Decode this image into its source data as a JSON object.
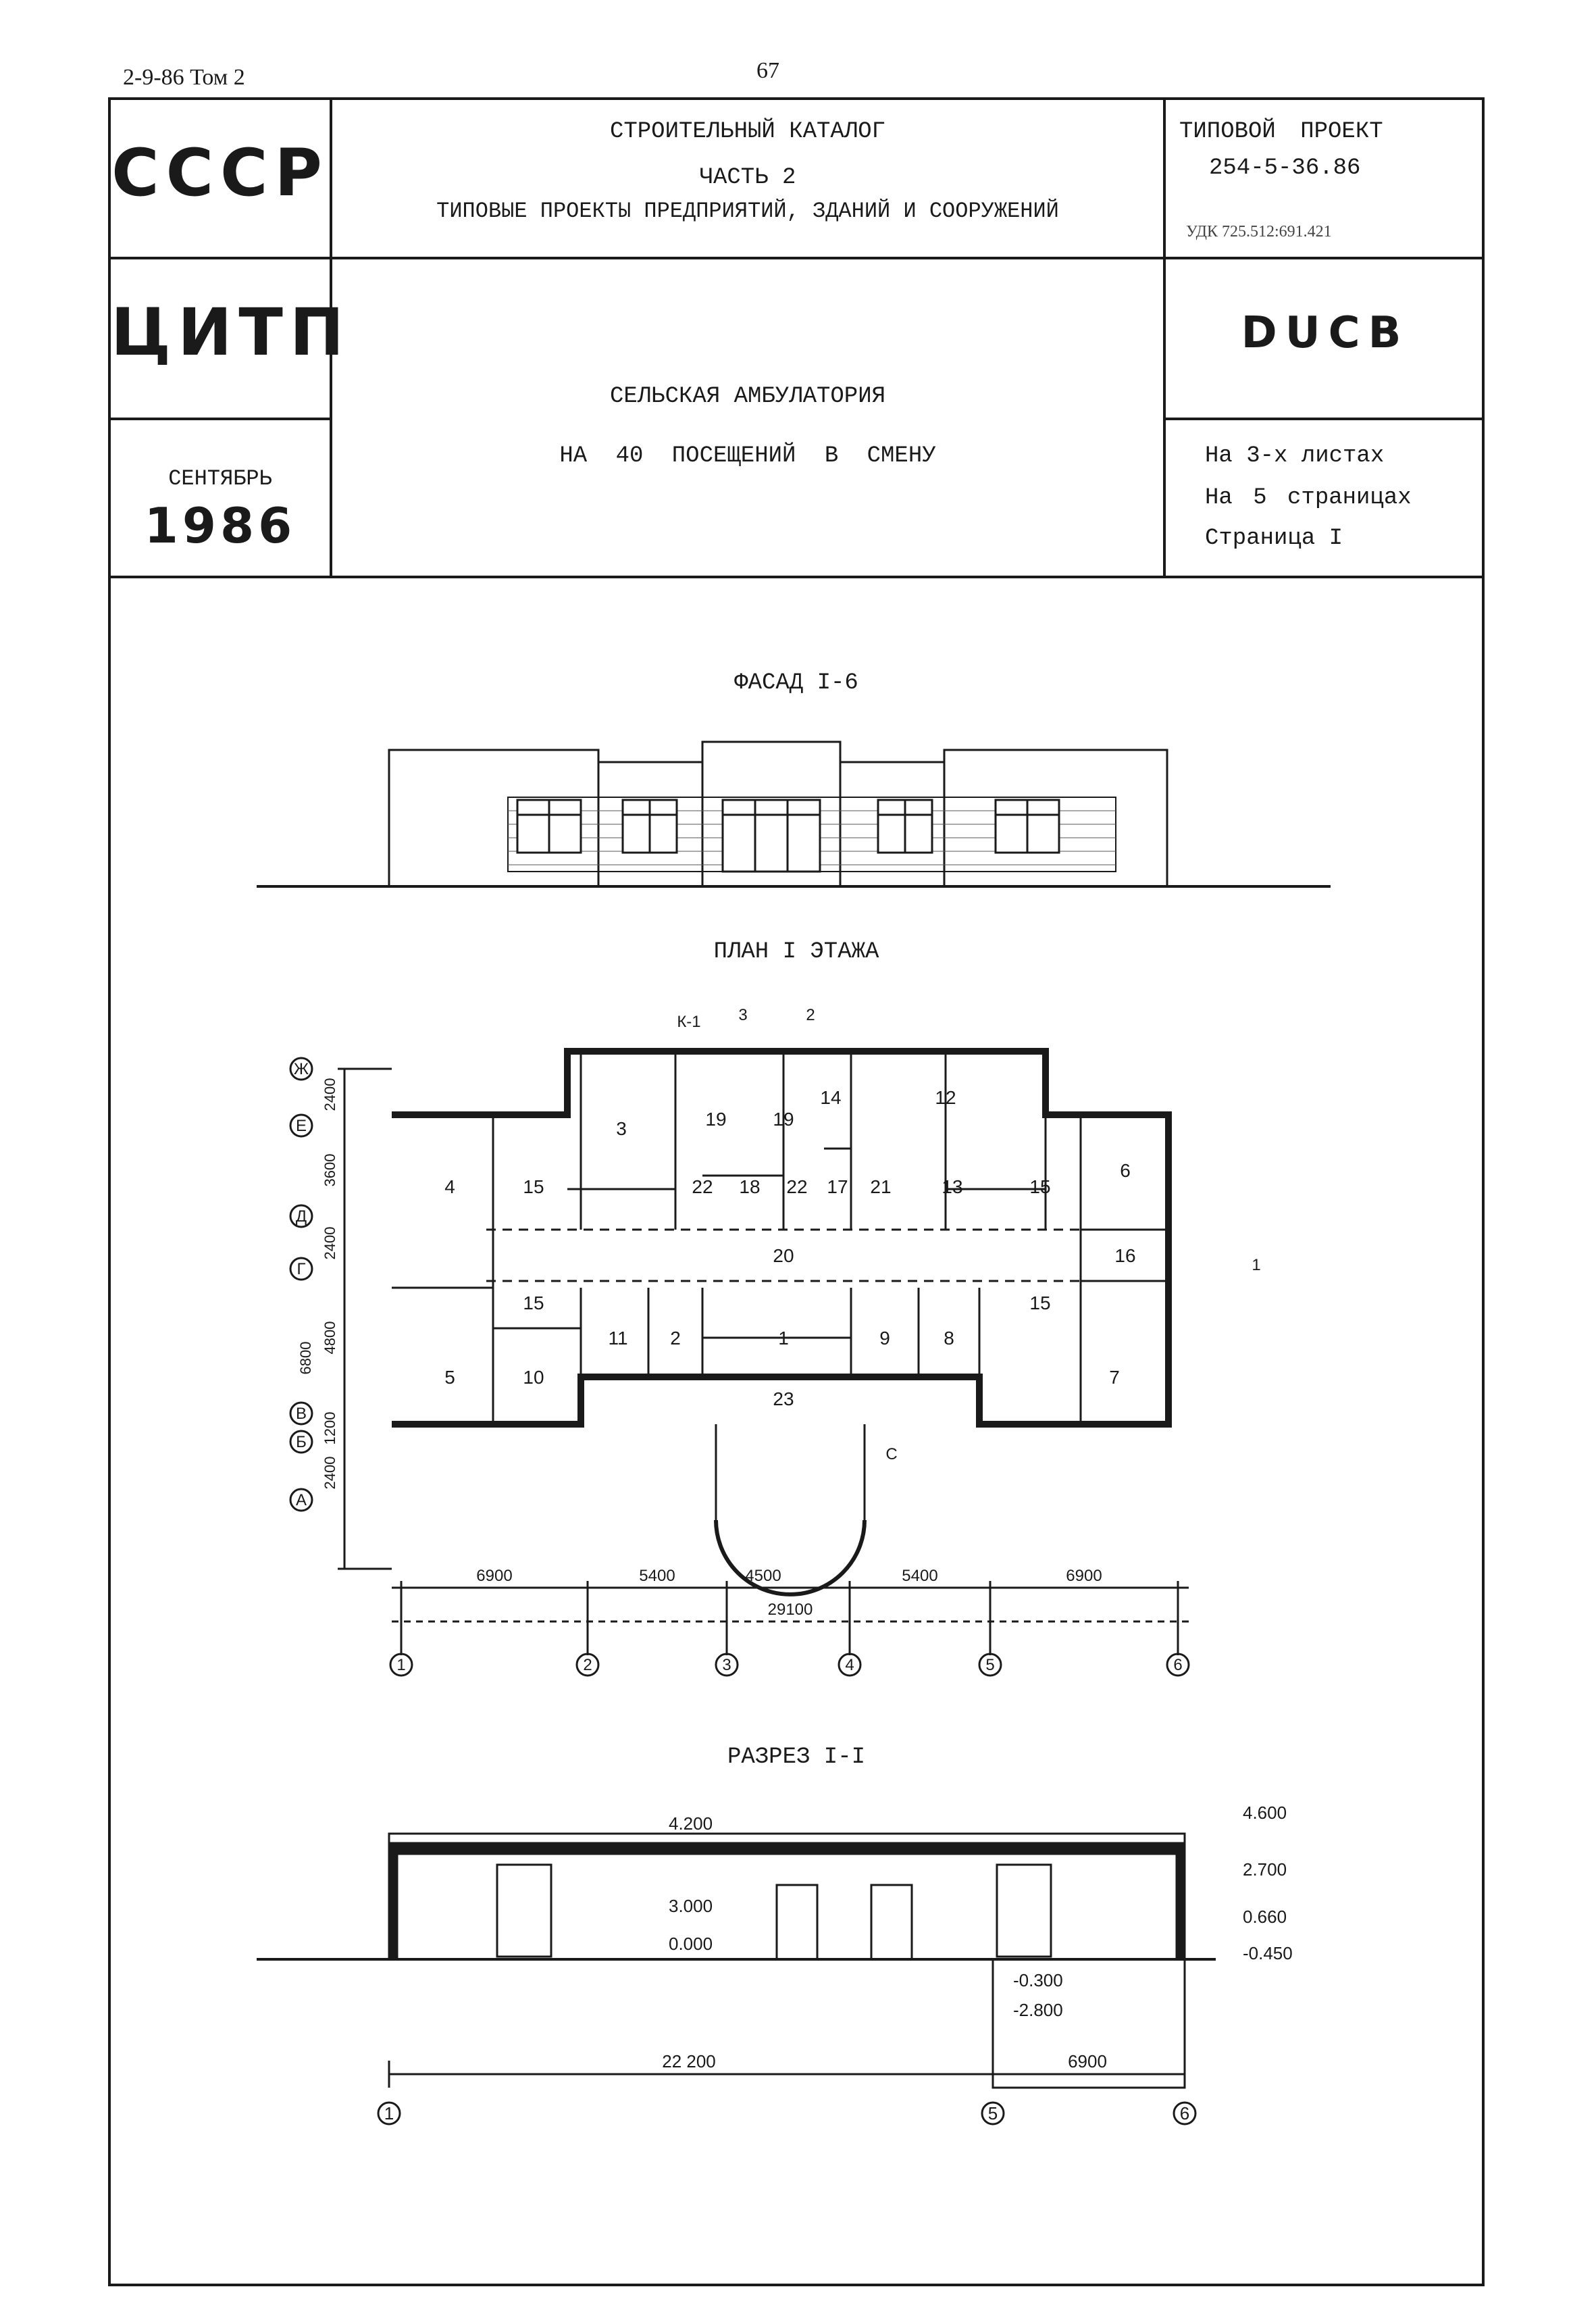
{
  "page": {
    "series": "2-9-86 Том 2",
    "number": "67"
  },
  "header": {
    "org1": "СССР",
    "org2": "ЦИТП",
    "month": "СЕНТЯБРЬ",
    "year": "1986",
    "catalog_title": "СТРОИТЕЛЬНЫЙ КАТАЛОГ",
    "catalog_part": "ЧАСТЬ 2",
    "catalog_subtitle": "ТИПОВЫЕ ПРОЕКТЫ ПРЕДПРИЯТИЙ, ЗДАНИЙ И СООРУЖЕНИЙ",
    "project_label": "ТИПОВОЙ ПРОЕКТ",
    "project_number": "254-5-36.86",
    "udk": "УДК 725.512:691.421",
    "code": "DUCB",
    "building_title": "СЕЛЬСКАЯ АМБУЛАТОРИЯ",
    "building_subtitle": "НА 40 ПОСЕЩЕНИЙ В СМЕНУ",
    "sheets": "На 3-х листах",
    "pages": "На 5 страницах",
    "page_no": "Страница I"
  },
  "facade": {
    "title": "ФАСАД I-6"
  },
  "plan": {
    "title": "ПЛАН I ЭТАЖА",
    "rooms": [
      "1",
      "2",
      "3",
      "4",
      "5",
      "6",
      "7",
      "8",
      "9",
      "10",
      "11",
      "12",
      "13",
      "14",
      "15",
      "16",
      "17",
      "18",
      "19",
      "20",
      "21",
      "22",
      "23"
    ],
    "axes_letters": [
      "Ж",
      "Е",
      "Д",
      "Г",
      "В",
      "Б",
      "А"
    ],
    "axes_numbers": [
      "1",
      "2",
      "3",
      "4",
      "5",
      "6"
    ],
    "dims_left": [
      "2400",
      "3600",
      "2400",
      "4800",
      "1200",
      "2400",
      "6800"
    ],
    "dims_bottom": [
      "6900",
      "5400",
      "4500",
      "5400",
      "6900"
    ],
    "dim_total": "29100",
    "section_marks": [
      "К-1",
      "3",
      "2",
      "1",
      "С"
    ]
  },
  "section": {
    "title": "РАЗРЕЗ I-I",
    "levels": [
      "4.200",
      "3.000",
      "0.000",
      "4.600",
      "2.700",
      "0.660",
      "-0.450",
      "-0.300",
      "-2.800"
    ],
    "dims": [
      "22 200",
      "6900"
    ],
    "axes": [
      "1",
      "5",
      "6"
    ]
  }
}
